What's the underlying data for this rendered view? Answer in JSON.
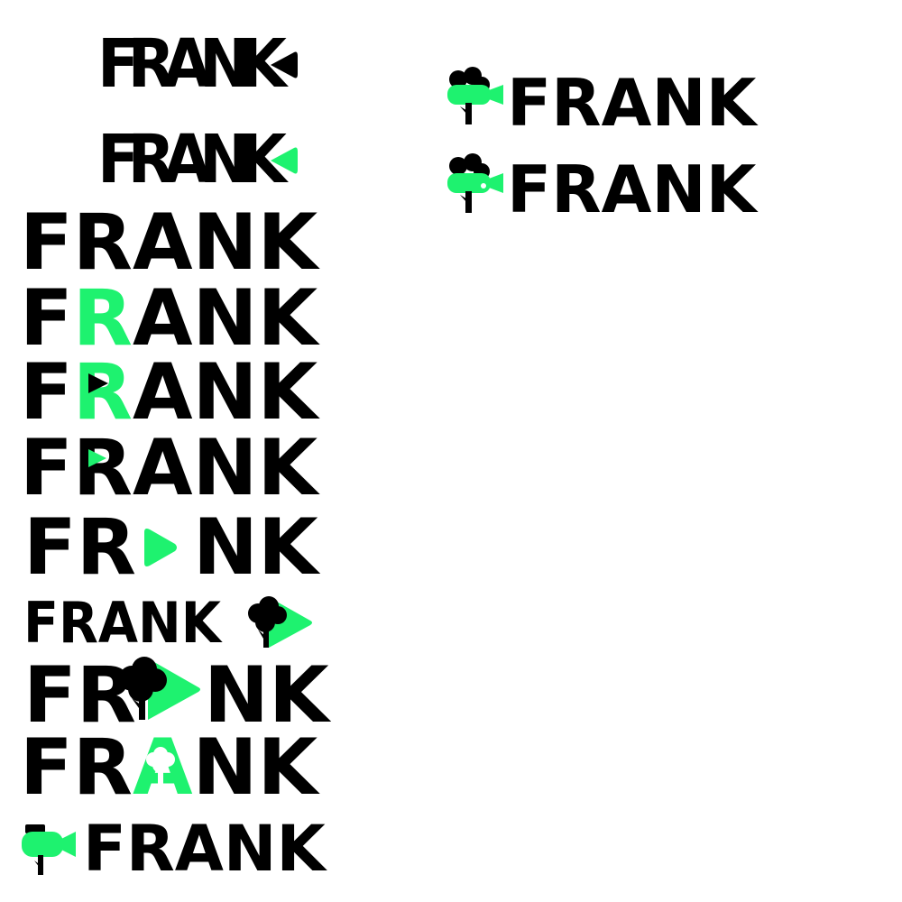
{
  "brand": {
    "name": "FRANK",
    "colors": {
      "ink": "#000000",
      "accent": "#1ef26f",
      "background": "#ffffff"
    }
  },
  "variants": [
    {
      "text": "FRANK",
      "icon": "play-triangle-icon",
      "style": "stencil-tight"
    },
    {
      "text": "FRANK",
      "icon": "play-triangle-icon",
      "style": "stencil-tight-green-play"
    },
    {
      "text": "FRANK",
      "icon": "none",
      "style": "solid"
    },
    {
      "text": "FRANK",
      "icon": "none",
      "style": "green-R"
    },
    {
      "text": "FRANK",
      "icon": "play-triangle-icon",
      "style": "green-R-with-play"
    },
    {
      "text": "FRANK",
      "icon": "play-triangle-icon",
      "style": "play-in-R"
    },
    {
      "text": "FR",
      "text_end": "NK",
      "icon": "play-triangle-icon",
      "style": "play-replaces-A"
    },
    {
      "text": "FRANK",
      "icon": "tree-play-icon",
      "style": "tree-after"
    },
    {
      "text": "FR",
      "text_end": "NK",
      "icon": "tree-play-icon",
      "style": "tree-replaces-A"
    },
    {
      "text": "FR",
      "letter_a": "A",
      "text_end": "NK",
      "icon": "tree-icon",
      "style": "tree-in-A"
    },
    {
      "text": "FRANK",
      "icon": "tree-camera-icon",
      "style": "camera-prefix"
    },
    {
      "text": "FRANK",
      "icon": "tree-camera-icon",
      "style": "camera-prefix-large"
    },
    {
      "text": "FRANK",
      "icon": "tree-camera-icon",
      "style": "camera-prefix-large-alt"
    }
  ]
}
